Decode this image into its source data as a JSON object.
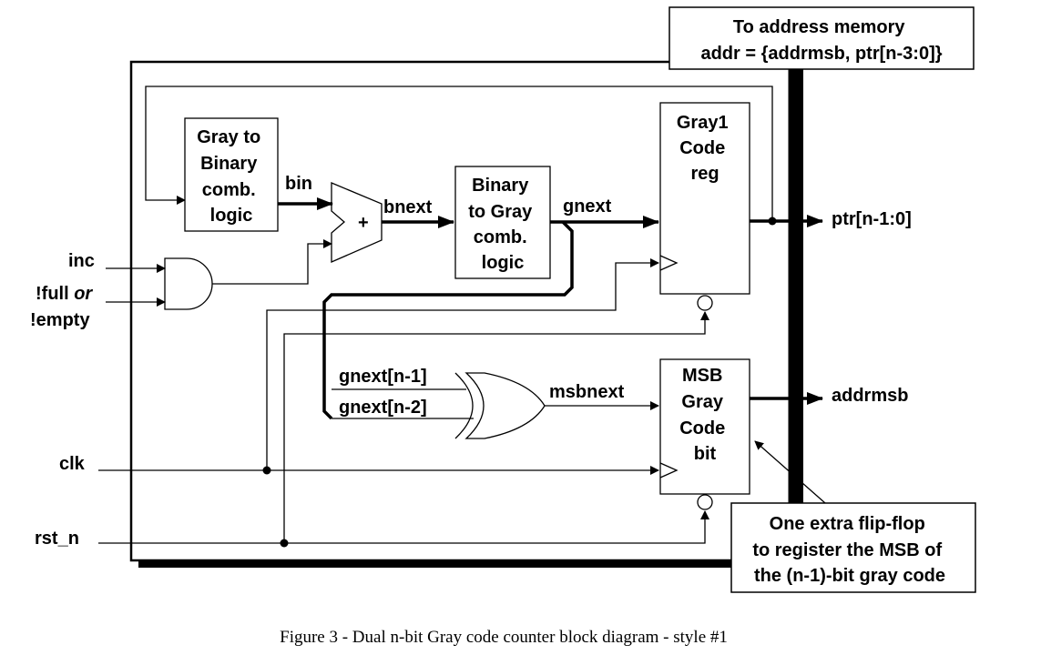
{
  "blocks": {
    "gray_to_binary": [
      "Gray to",
      "Binary",
      "comb.",
      "logic"
    ],
    "binary_to_gray": [
      "Binary",
      "to Gray",
      "comb.",
      "logic"
    ],
    "gray_code_reg": [
      "Gray1",
      "Code",
      "reg"
    ],
    "msb_gray_bit": [
      "MSB",
      "Gray",
      "Code",
      "bit"
    ],
    "adder_symbol": "+"
  },
  "signals": {
    "bin": "bin",
    "bnext": "bnext",
    "gnext": "gnext",
    "gnext_n1": "gnext[n-1]",
    "gnext_n2": "gnext[n-2]",
    "msbnext": "msbnext",
    "ptr": "ptr[n-1:0]",
    "addrmsb": "addrmsb"
  },
  "inputs": {
    "inc": "inc",
    "full_prefix": "!full",
    "full_or": "or",
    "empty": "!empty",
    "clk": "clk",
    "rst_n": "rst_n"
  },
  "callouts": {
    "address": [
      "To address memory",
      "addr = {addrmsb, ptr[n-3:0]}"
    ],
    "extra_ff": [
      "One extra flip-flop",
      "to register the MSB of",
      "the (n-1)-bit gray code"
    ]
  },
  "caption": "Figure 3 - Dual n-bit Gray code counter block diagram - style #1"
}
